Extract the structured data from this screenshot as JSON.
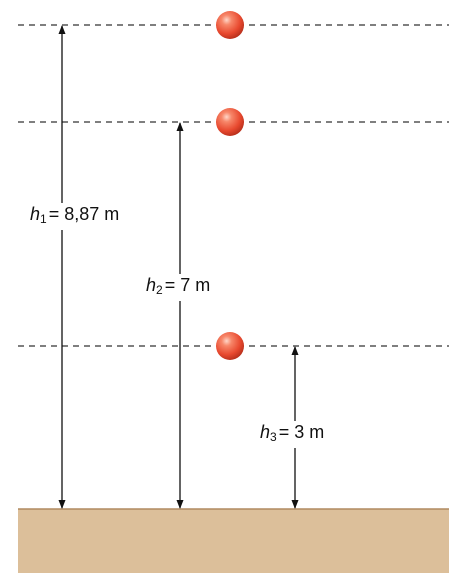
{
  "labels": [
    {
      "id": "h1",
      "symbol": "h",
      "subscript": "1",
      "value": "= 8,87 m"
    },
    {
      "id": "h2",
      "symbol": "h",
      "subscript": "2",
      "value": "= 7 m"
    },
    {
      "id": "h3",
      "symbol": "h",
      "subscript": "3",
      "value": "= 3 m"
    }
  ],
  "colors": {
    "ground": "#dcbf9a",
    "ground_edge": "#b08a60",
    "ball": "#e8492f",
    "dashed_line": "#555555",
    "arrow": "#111111"
  }
}
